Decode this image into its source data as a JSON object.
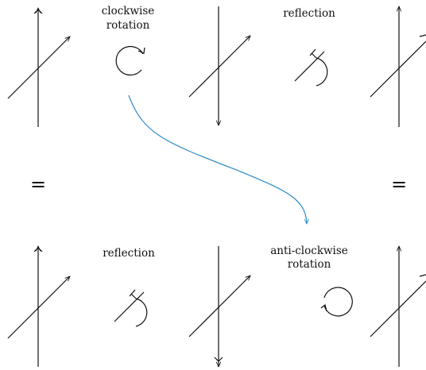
{
  "labels": {
    "top_op1_line1": "clockwise",
    "top_op1_line2": "rotation",
    "top_op2": "reflection",
    "bottom_op1": "reflection",
    "bottom_op2_line1": "anti-clockwise",
    "bottom_op2_line2": "rotation",
    "equals_left": "=",
    "equals_right": "="
  },
  "colors": {
    "ink": "#111111",
    "connector": "#2a8ac4"
  }
}
